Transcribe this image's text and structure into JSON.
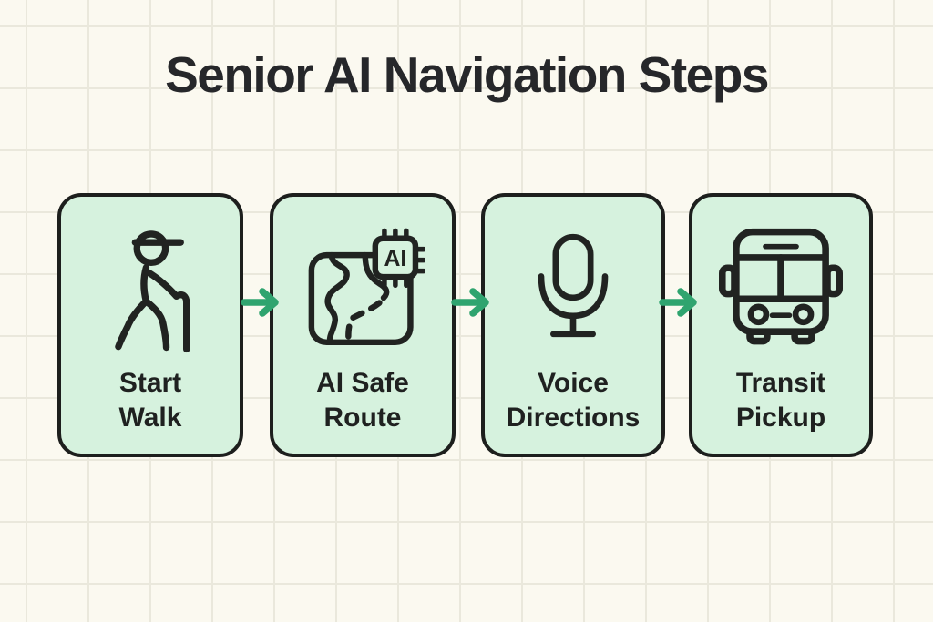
{
  "title": "Senior AI Navigation Steps",
  "steps": [
    {
      "icon": "senior-walker-icon",
      "lines": [
        "Start",
        "Walk"
      ]
    },
    {
      "icon": "ai-map-route-icon",
      "lines": [
        "AI Safe",
        "Route"
      ],
      "chip_label": "AI"
    },
    {
      "icon": "microphone-icon",
      "lines": [
        "Voice",
        "Directions"
      ]
    },
    {
      "icon": "bus-icon",
      "lines": [
        "Transit",
        "Pickup"
      ]
    }
  ],
  "flow": {
    "arrow_icon": "arrow-right-icon",
    "arrow_count": 3
  },
  "colors": {
    "background": "#fbf9f0",
    "grid_line": "#eae8dc",
    "card_fill": "#d6f2de",
    "card_border": "#1d1f1d",
    "line_art": "#212321",
    "text": "#26272a",
    "arrow_green": "#2fa46f"
  }
}
